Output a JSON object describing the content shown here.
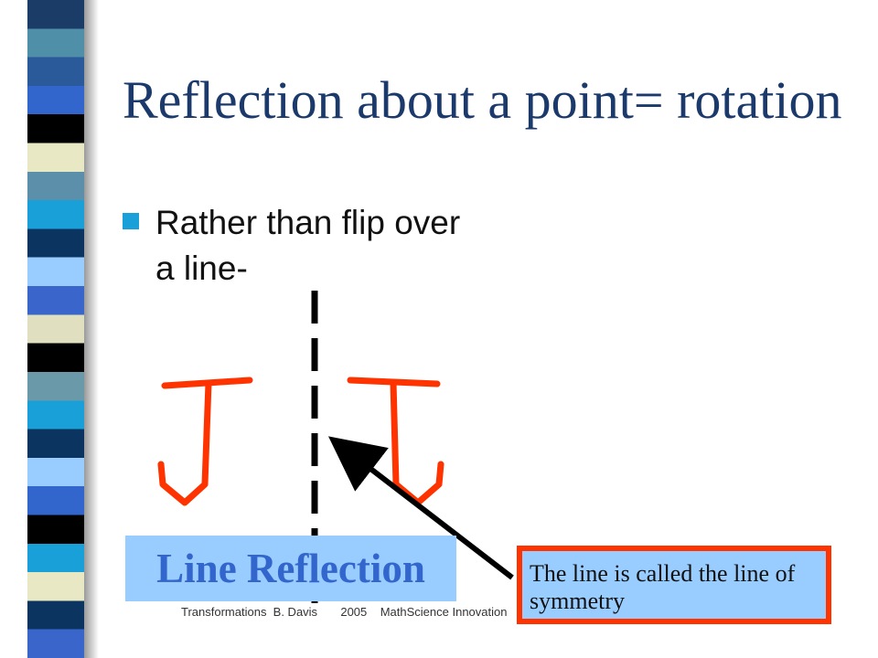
{
  "slide": {
    "title": "Reflection about a point= rotation",
    "bullet": "Rather than  flip over a line-",
    "label": "Line Reflection",
    "footer": "Transformations  B. Davis       2005    MathScience Innovation",
    "note": "The line is called the line of symmetry"
  },
  "theme": {
    "title_color": "#1b3a6b",
    "bullet_color": "#1aa0d8",
    "drawing_color": "#ff3300",
    "label_bg": "#99ccff",
    "label_text": "#3366cc",
    "stripes": [
      "#1a3c66",
      "#4f8fa8",
      "#2a5a9a",
      "#3366cc",
      "#000000",
      "#e8e8c4",
      "#5b8faa",
      "#1aa0d8",
      "#0b3560",
      "#99ccff",
      "#3a66cc",
      "#e0e0c0",
      "#000000",
      "#6a9aaa",
      "#1aa0d8",
      "#0b3560",
      "#99ccff",
      "#3366cc",
      "#000000",
      "#1aa0d8",
      "#e8e8c4",
      "#0b3560",
      "#3a66cc"
    ]
  }
}
